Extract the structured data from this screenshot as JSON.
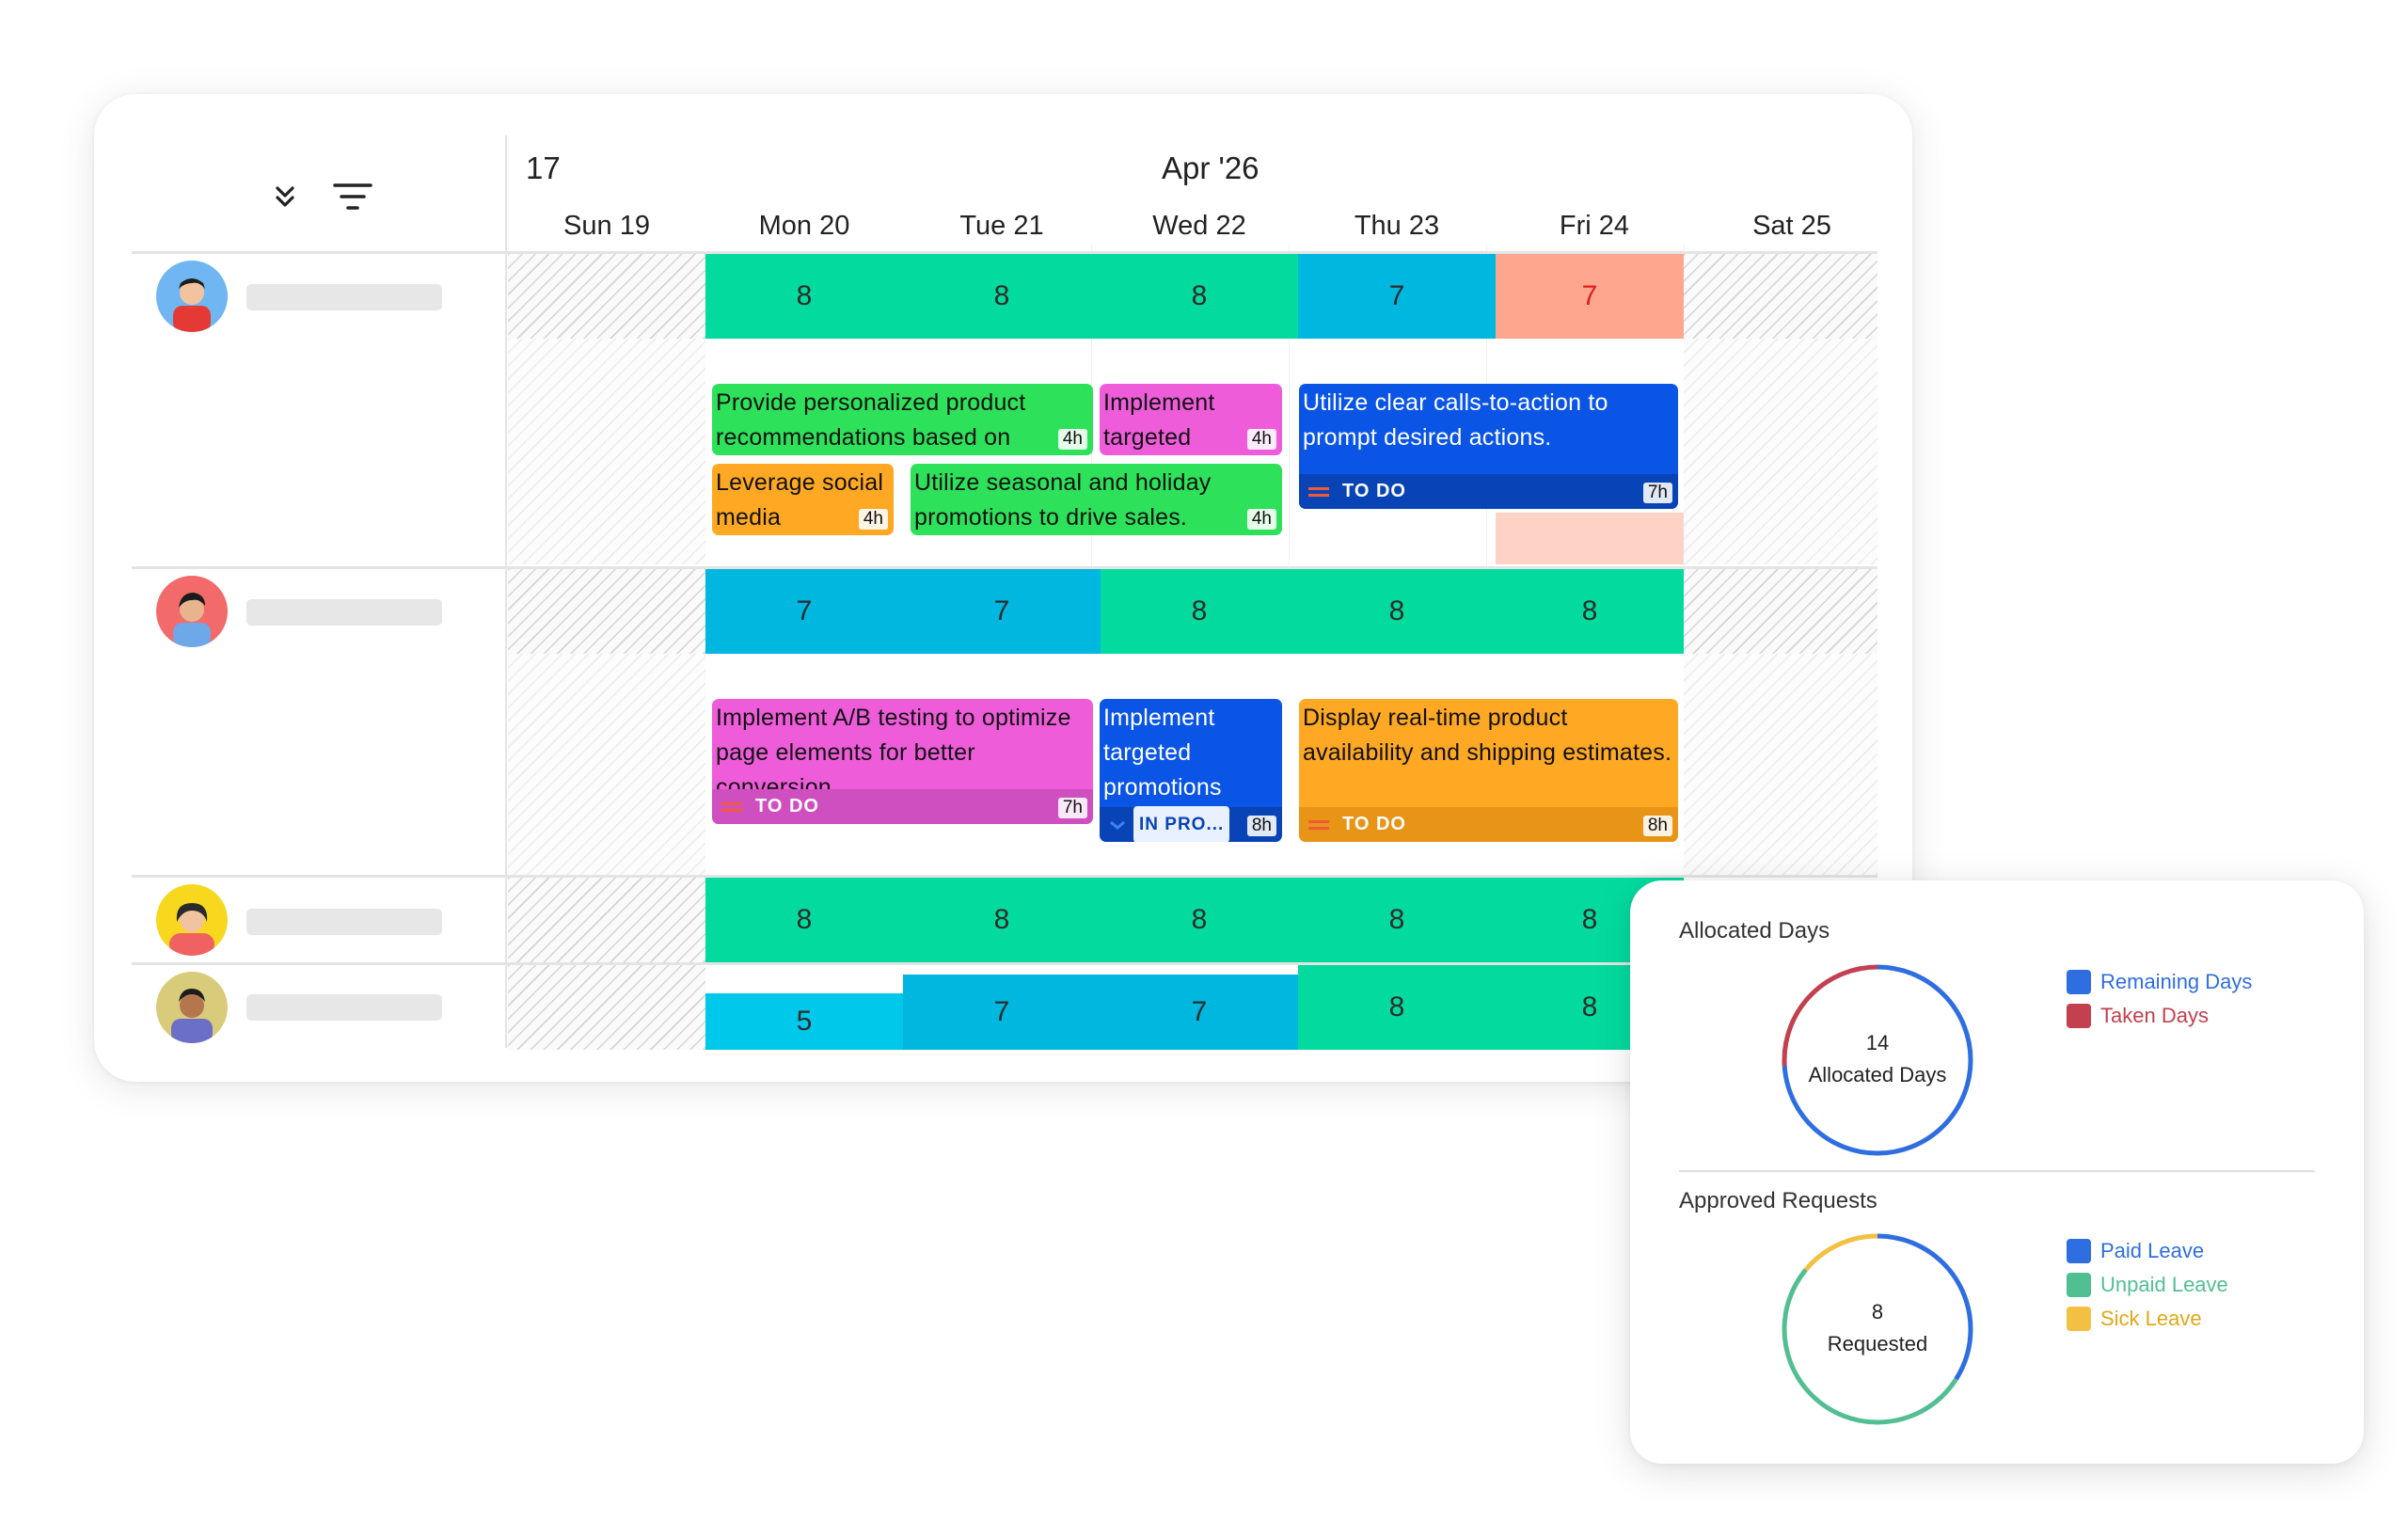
{
  "calendar": {
    "week_number": "17",
    "month": "Apr '26",
    "days": [
      "Sun 19",
      "Mon 20",
      "Tue 21",
      "Wed 22",
      "Thu 23",
      "Fri 24",
      "Sat 25"
    ]
  },
  "rows": [
    {
      "hours": [
        "8",
        "8",
        "8",
        "7",
        "7"
      ]
    },
    {
      "hours": [
        "7",
        "7",
        "8",
        "8",
        "8"
      ]
    },
    {
      "hours": [
        "8",
        "8",
        "8",
        "8",
        "8"
      ]
    },
    {
      "hours": [
        "5",
        "7",
        "7",
        "8",
        "8"
      ]
    }
  ],
  "tasks": [
    {
      "title": "Provide personalized product recommendations based on",
      "duration": "4h"
    },
    {
      "title": "Implement targeted",
      "duration": "4h"
    },
    {
      "title": "Utilize clear calls-to-action to prompt desired actions.",
      "duration": "7h",
      "status": "TO DO"
    },
    {
      "title": "Leverage social media",
      "duration": "4h"
    },
    {
      "title": "Utilize seasonal and holiday promotions to drive sales.",
      "duration": "4h"
    },
    {
      "title": "Implement A/B testing to optimize page elements for better conversion",
      "duration": "7h",
      "status": "TO DO"
    },
    {
      "title": "Implement targeted promotions",
      "duration": "8h",
      "status": "IN PRO..."
    },
    {
      "title": "Display real-time product availability and shipping estimates.",
      "duration": "8h",
      "status": "TO DO"
    }
  ],
  "panel": {
    "allocated": {
      "title": "Allocated Days",
      "value": "14",
      "label": "Allocated Days",
      "legend": [
        "Remaining Days",
        "Taken Days"
      ],
      "colors": [
        "#2f6ee0",
        "#c2404f"
      ]
    },
    "requests": {
      "title": "Approved Requests",
      "value": "8",
      "label": "Requested",
      "legend": [
        "Paid Leave",
        "Unpaid Leave",
        "Sick Leave"
      ],
      "colors": [
        "#2f6ee0",
        "#52bf93",
        "#f3c043"
      ]
    }
  }
}
